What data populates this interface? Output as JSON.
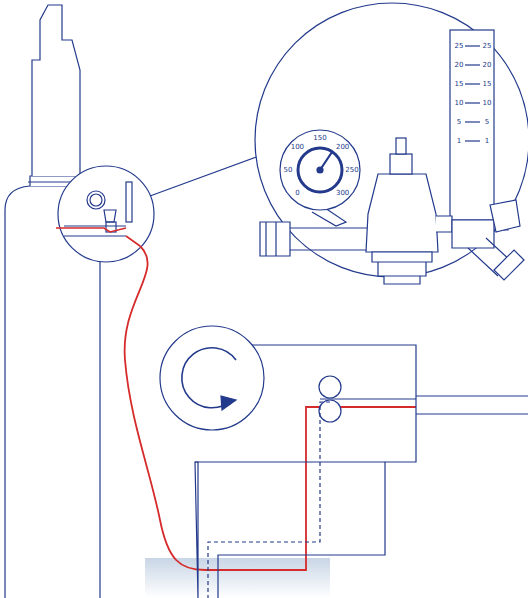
{
  "diagram": {
    "labels": [
      "0",
      "50",
      "100",
      "150",
      "200",
      "250",
      "300",
      "25",
      "20",
      "15",
      "10",
      "5",
      "1",
      "25",
      "20",
      "15",
      "10",
      "5",
      "1"
    ]
  }
}
